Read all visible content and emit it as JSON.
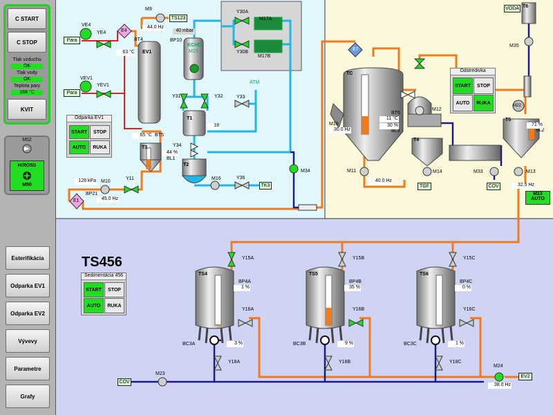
{
  "left_panel": {
    "buttons": {
      "c_start": "C START",
      "c_stop": "C STOP",
      "kvit": "KVIT"
    },
    "status": [
      {
        "label": "Tlak vzduchu",
        "value": "OK"
      },
      {
        "label": "Tlak vody",
        "value": "OK"
      },
      {
        "label": "Teplota pary",
        "value": "168 °C"
      }
    ],
    "hiross": {
      "motor": "M52",
      "line1": "HIROSS",
      "line2": "M50"
    },
    "nav": [
      "Esterifikácia",
      "Odparka EV1",
      "Odparka EV2",
      "Vývevy",
      "Parametre",
      "Grafy"
    ]
  },
  "process": {
    "motors": [
      "M9",
      "VE4",
      "VEV1",
      "M10",
      "M16",
      "M34",
      "M11",
      "M12",
      "M14",
      "M33",
      "M13",
      "M35",
      "M22",
      "M23",
      "M24",
      "M17A",
      "M17B",
      "M19",
      "M15"
    ],
    "valves": [
      "YE4",
      "YEV1",
      "Y11",
      "Y31",
      "Y32",
      "Y33",
      "Y34",
      "Y36",
      "Y30A",
      "Y30B",
      "Y15A",
      "Y15B",
      "Y15C",
      "Y16A",
      "Y16B",
      "Y16C",
      "Y18A",
      "Y18B",
      "Y18C"
    ],
    "exchangers": [
      "E4",
      "E1",
      "E7"
    ],
    "tanks": [
      "EV1",
      "T1",
      "T2",
      "T3",
      "TC",
      "T4",
      "T5",
      "T6",
      "TS4",
      "TS5",
      "TS6"
    ],
    "tags": [
      "TS123",
      "TK3",
      "TGF",
      "ČOV",
      "ČOV",
      "EV2",
      "VODA",
      "Para",
      "Para",
      "ATM"
    ],
    "sensors": [
      "BT4",
      "BT5",
      "BP10",
      "BP21",
      "BL1",
      "BT6",
      "BL3",
      "BL2",
      "BP4A",
      "BP4B",
      "BP4C",
      "BC3A",
      "BC3B",
      "BC3C"
    ],
    "values": {
      "m9_hz": "44.0 Hz",
      "bp10": "40 mbar",
      "bt4": "63 °C",
      "bt5": "65 °C",
      "t3_level": "44 %",
      "t1_val": "18",
      "bp21": "128 kPa",
      "m10_hz": "45.0 Hz",
      "m19_hz": "30.0 Hz",
      "m11_hz": "40.0 Hz",
      "bt6": "11 °C",
      "bl3": "30 %",
      "t5_level": "71 %",
      "m13_hz": "32.5 Hz",
      "ts4_level": "1 %",
      "ts5_level": "35 %",
      "ts6_level": "0 %",
      "bc3a": "3 %",
      "bc3b": "9 %",
      "bc3c": "1 %",
      "m24_hz": "38.0 Hz"
    },
    "kchd": "KCHD",
    "m13_auto": {
      "line1": "M13",
      "line2": "AUTO"
    }
  },
  "panels": {
    "odparka_ev1": {
      "title": "Odparka EV1",
      "start": "START",
      "stop": "STOP",
      "auto": "AUTO",
      "ruka": "RUKA"
    },
    "odstredivka": {
      "title": "Odstredivka",
      "start": "START",
      "stop": "STOP",
      "auto": "AUTO",
      "ruka": "RUKA"
    },
    "sedimentacia": {
      "title": "Sedimentácia 456",
      "start": "START",
      "stop": "STOP",
      "auto": "AUTO",
      "ruka": "RUKA"
    }
  },
  "ts456_title": "TS456",
  "colors": {
    "orange": "#f07a1e",
    "cyan": "#22b6e6",
    "navy": "#1c1c86",
    "green": "#22dd22",
    "red": "#e02020"
  }
}
